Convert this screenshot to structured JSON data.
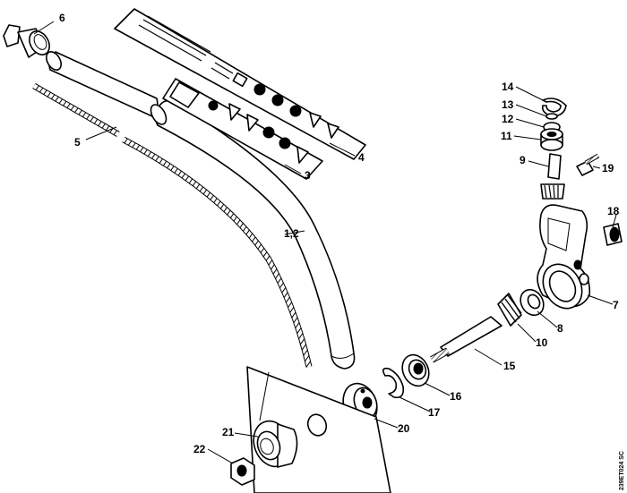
{
  "diagram": {
    "doc_code": "239ET024 SC",
    "callouts": [
      {
        "id": "c6",
        "label": "6"
      },
      {
        "id": "c5",
        "label": "5"
      },
      {
        "id": "c4",
        "label": "4"
      },
      {
        "id": "c3",
        "label": "3"
      },
      {
        "id": "c12a",
        "label": "1,2"
      },
      {
        "id": "c14",
        "label": "14"
      },
      {
        "id": "c13",
        "label": "13"
      },
      {
        "id": "c12",
        "label": "12"
      },
      {
        "id": "c11",
        "label": "11"
      },
      {
        "id": "c9",
        "label": "9"
      },
      {
        "id": "c19",
        "label": "19"
      },
      {
        "id": "c18",
        "label": "18"
      },
      {
        "id": "c7",
        "label": "7"
      },
      {
        "id": "c8",
        "label": "8"
      },
      {
        "id": "c10",
        "label": "10"
      },
      {
        "id": "c15",
        "label": "15"
      },
      {
        "id": "c16",
        "label": "16"
      },
      {
        "id": "c17",
        "label": "17"
      },
      {
        "id": "c20",
        "label": "20"
      },
      {
        "id": "c21",
        "label": "21"
      },
      {
        "id": "c22",
        "label": "22"
      }
    ]
  }
}
